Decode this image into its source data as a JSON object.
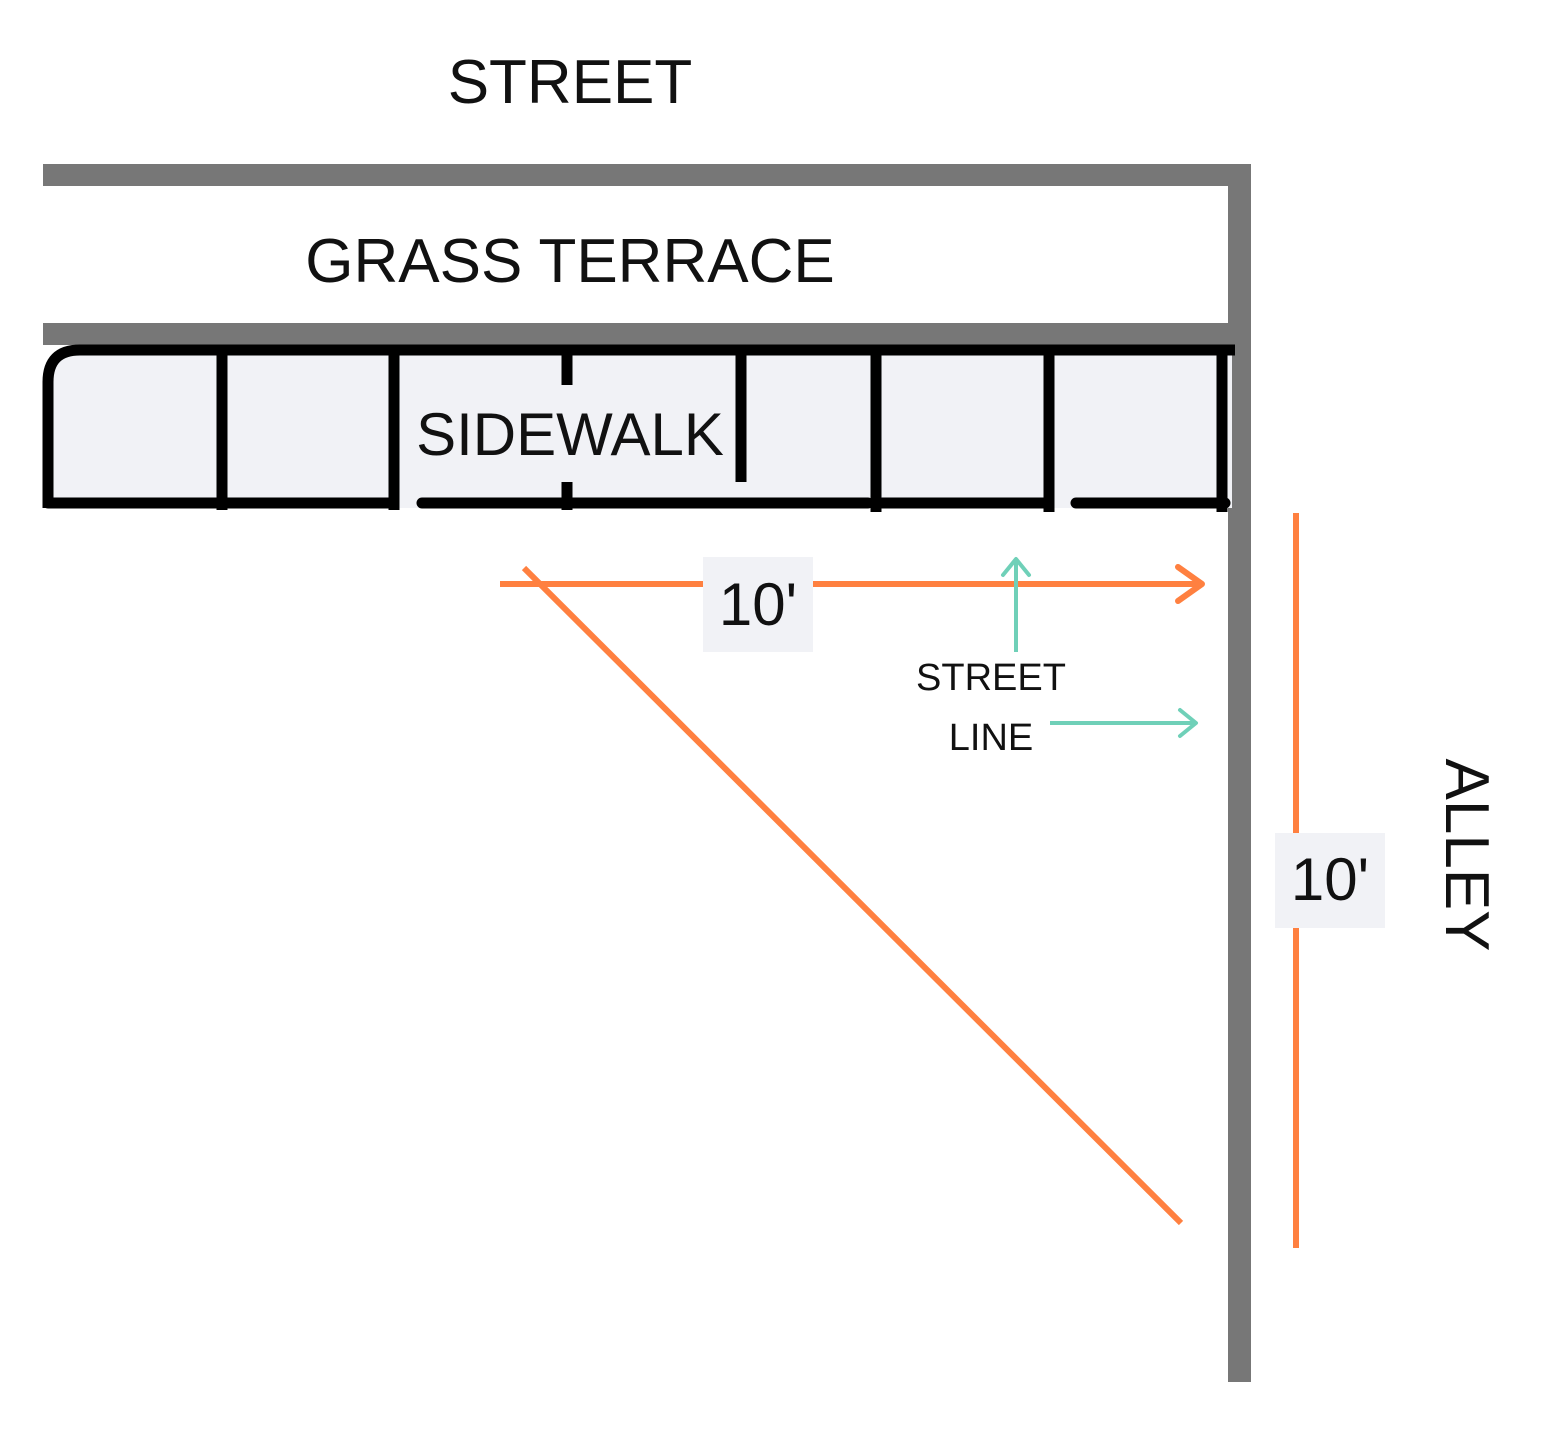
{
  "labels": {
    "street": "STREET",
    "grass_terrace": "GRASS TERRACE",
    "sidewalk": "SIDEWALK",
    "alley": "ALLEY",
    "street_line_top": "STREET",
    "street_line_bottom": "LINE"
  },
  "dimensions": {
    "horizontal": "10'",
    "vertical": "10'"
  },
  "colors": {
    "boundary": "#777777",
    "sidewalk_outline": "#000000",
    "sidewalk_fill": "#f1f2f6",
    "dimension": "#ff8040",
    "street_line_arrow": "#6fd0b8",
    "label_box": "#f1f2f6"
  }
}
